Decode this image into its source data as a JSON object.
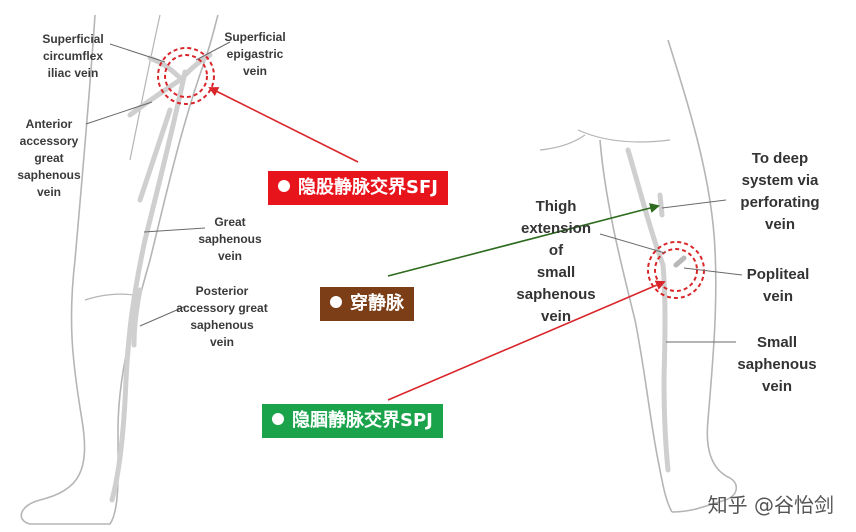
{
  "labels_left": {
    "superficial_circumflex_iliac_vein": "Superficial\ncircumflex\niliac vein",
    "superficial_epigastric_vein": "Superficial\nepigastric\nvein",
    "anterior_accessory_great_saphenous_vein": "Anterior\naccessory\ngreat\nsaphenous\nvein",
    "great_saphenous_vein": "Great\nsaphenous\nvein",
    "posterior_accessory_great_saphenous_vein": "Posterior\naccessory great\nsaphenous\nvein"
  },
  "labels_right": {
    "thigh_extension_small_saphenous_vein": "Thigh\nextension\nof\nsmall\nsaphenous\nvein",
    "to_deep_system_via_perforating_vein": "To deep\nsystem via\nperforating\nvein",
    "popliteal_vein": "Popliteal\nvein",
    "small_saphenous_vein": "Small\nsaphenous\nvein"
  },
  "tags": {
    "sfj": {
      "text": "隐股静脉交界SFJ",
      "color": "#e8141c"
    },
    "perforator": {
      "text": "穿静脉",
      "color": "#7b3e16"
    },
    "spj": {
      "text": "隐腘静脉交界SPJ",
      "color": "#1aa34a"
    }
  },
  "watermark": "知乎 @谷怡剑",
  "colors": {
    "junction_circle": "#d9262b",
    "sfj_arrow": "#d9262b",
    "perforator_arrow": "#2e6b1e",
    "spj_arrow": "#d9262b",
    "leg_outline": "#b0b0b0",
    "vein": "#c9c9c9"
  }
}
